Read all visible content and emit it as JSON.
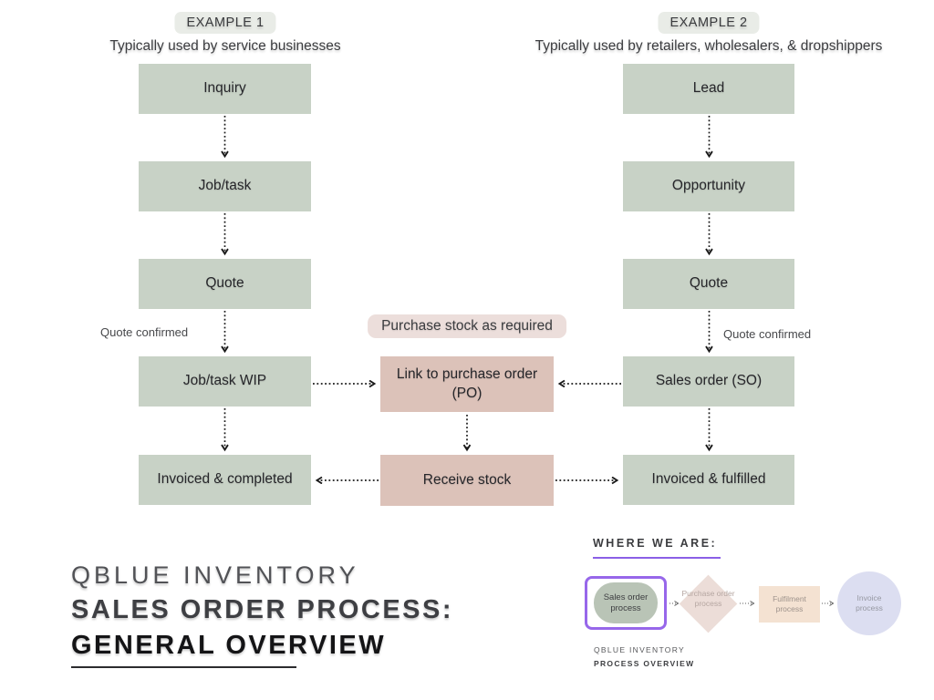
{
  "example1": {
    "badge": "EXAMPLE 1",
    "subtitle": "Typically used by service businesses",
    "steps": [
      "Inquiry",
      "Job/task",
      "Quote",
      "Job/task WIP",
      "Invoiced & completed"
    ],
    "edge_label": "Quote confirmed"
  },
  "example2": {
    "badge": "EXAMPLE 2",
    "subtitle": "Typically used by retailers, wholesalers, & dropshippers",
    "steps": [
      "Lead",
      "Opportunity",
      "Quote",
      "Sales order (SO)",
      "Invoiced & fulfilled"
    ],
    "edge_label": "Quote confirmed"
  },
  "purchase_flow": {
    "badge": "Purchase stock as required",
    "steps": [
      "Link to purchase order (PO)",
      "Receive stock"
    ]
  },
  "title_block": {
    "line1": "QBLUE INVENTORY",
    "line2": "SALES ORDER PROCESS:",
    "line3": "GENERAL OVERVIEW"
  },
  "where_we_are": {
    "heading": "WHERE WE ARE:",
    "steps": [
      {
        "label": "Sales order process",
        "shape": "pill",
        "active": true
      },
      {
        "label": "Purchase order process",
        "shape": "diamond",
        "active": false
      },
      {
        "label": "Fulfilment process",
        "shape": "rectangle",
        "active": false
      },
      {
        "label": "Invoice process",
        "shape": "circle",
        "active": false
      }
    ],
    "footer_line1": "QBLUE INVENTORY",
    "footer_line2": "PROCESS OVERVIEW"
  },
  "colors": {
    "sage_box": "#c8d2c6",
    "rose_box": "#dcc2b9",
    "badge_gray": "#e9ece7",
    "badge_rose": "#ecdedb",
    "highlight_purple": "#9767ea",
    "underline_purple": "#8a5fe6",
    "mini_pill_green": "#b9c4b6",
    "mini_diamond_rose": "#ecddd8",
    "mini_rect_peach": "#f4e2d2",
    "mini_circle_lavender": "#dcdef1",
    "arrow_black": "#1a1a1a"
  }
}
